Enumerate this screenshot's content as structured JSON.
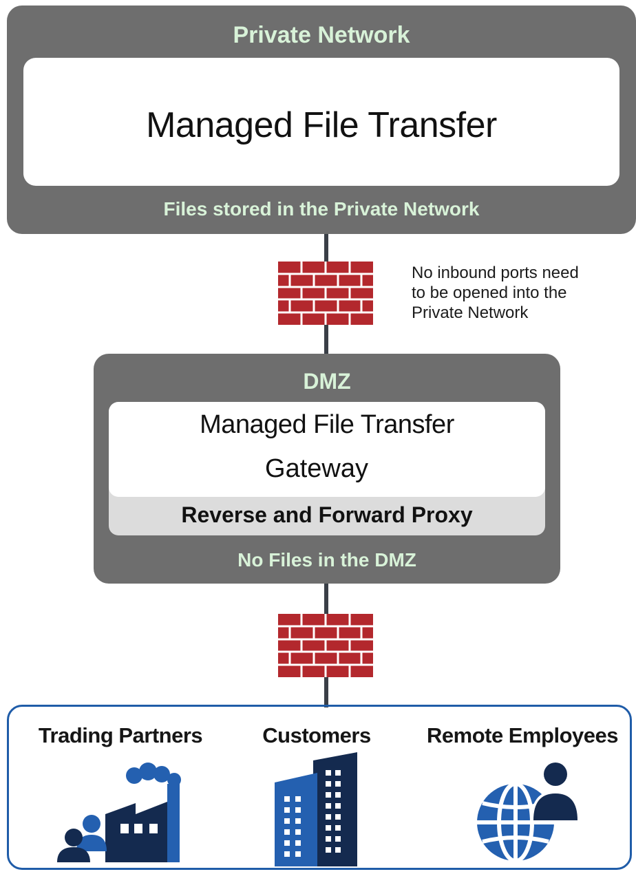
{
  "private_network": {
    "title": "Private Network",
    "app_label": "Managed File Transfer",
    "footer": "Files stored in the Private Network"
  },
  "firewall_note": {
    "line1": "No inbound ports need",
    "line2": "to be opened into the",
    "line3": "Private Network"
  },
  "dmz": {
    "title": "DMZ",
    "gateway_line1": "Managed File Transfer",
    "gateway_line2": "Gateway",
    "proxy": "Reverse and Forward Proxy",
    "footer": "No Files in the DMZ"
  },
  "external": {
    "groups": [
      {
        "label": "Trading Partners",
        "icon": "factory-people-icon"
      },
      {
        "label": "Customers",
        "icon": "buildings-icon"
      },
      {
        "label": "Remote Employees",
        "icon": "globe-person-icon"
      }
    ]
  },
  "colors": {
    "panel": "#6e6e6e",
    "panel_text": "#d8f2d8",
    "firewall": "#b3282d",
    "border_blue": "#1f5ca8",
    "navy": "#142a4f",
    "blue": "#2460b0"
  }
}
